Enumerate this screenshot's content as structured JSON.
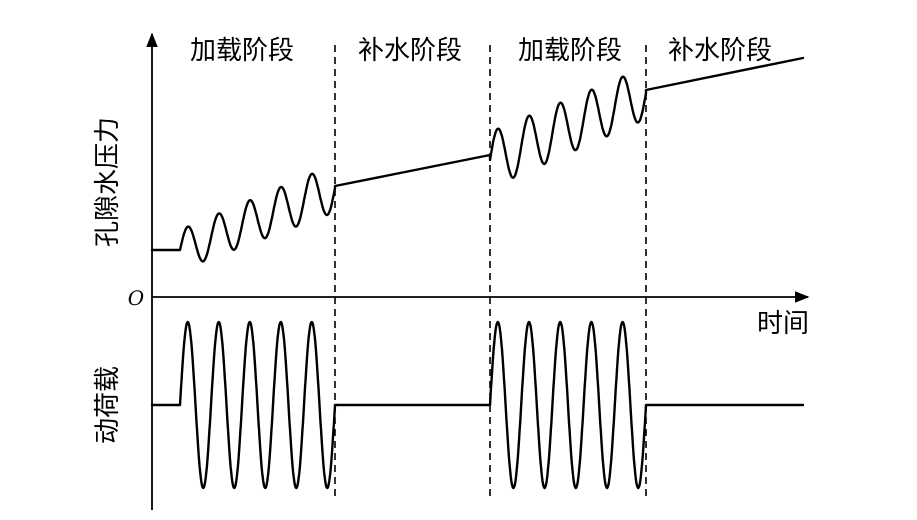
{
  "diagram": {
    "title": "孔隙水压力与动荷载随时间变化示意图",
    "y_axis_label_top": "孔隙水压力",
    "y_axis_label_bottom": "动荷载",
    "x_axis_label": "时间",
    "origin_label": "O",
    "phases": [
      {
        "label": "加载阶段",
        "type": "loading"
      },
      {
        "label": "补水阶段",
        "type": "recharge"
      },
      {
        "label": "加载阶段",
        "type": "loading"
      },
      {
        "label": "补水阶段",
        "type": "recharge"
      }
    ]
  }
}
